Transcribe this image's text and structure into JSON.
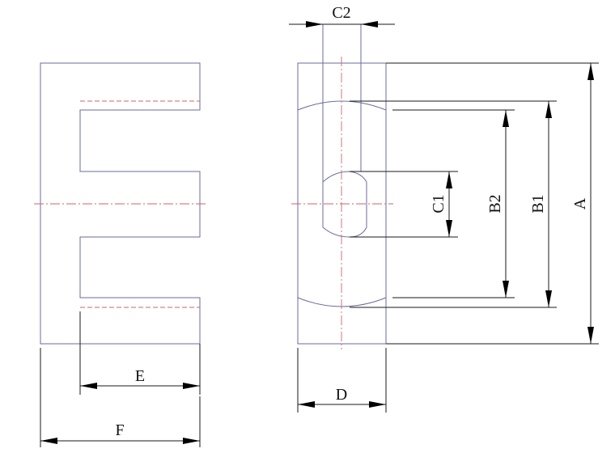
{
  "labels": {
    "a": "A",
    "b1": "B1",
    "b2": "B2",
    "c1": "C1",
    "c2": "C2",
    "d": "D",
    "e": "E",
    "f": "F"
  },
  "colors": {
    "outline": "#6b6b9c",
    "dimension": "#1a1a1a",
    "centerline": "#c36a6a"
  }
}
